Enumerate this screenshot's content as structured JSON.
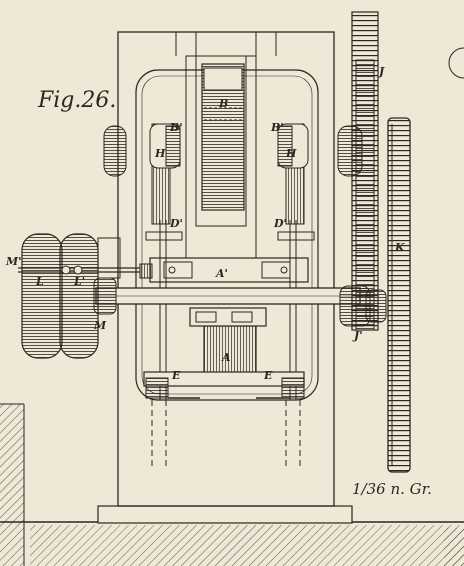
{
  "figure_label": "Fig.26.",
  "scale_note": "1/36 n. Gr.",
  "labels": {
    "B_top": "B",
    "B_prime_left": "B'",
    "B_prime_right": "B'",
    "H_left": "H",
    "H_right": "H",
    "D_prime_left": "D'",
    "D_prime_right": "D'",
    "J": "J",
    "J_prime": "J'",
    "K": "K",
    "A_prime": "A'",
    "A": "A",
    "E_left": "E",
    "E_right": "E",
    "L": "L",
    "L_prime": "L'",
    "M": "M",
    "M_prime": "M'"
  }
}
